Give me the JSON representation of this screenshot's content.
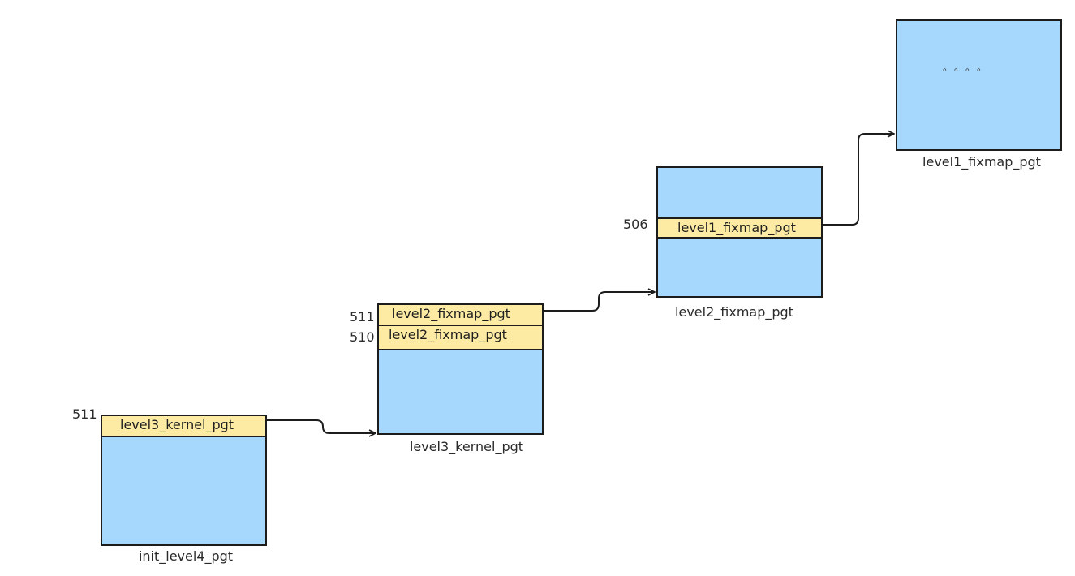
{
  "tables": {
    "init_level4": {
      "caption": "init_level4_pgt",
      "entry_511": {
        "index": "511",
        "label": "level3_kernel_pgt"
      }
    },
    "level3_kernel": {
      "caption": "level3_kernel_pgt",
      "entry_511": {
        "index": "511",
        "label": "level2_fixmap_pgt"
      },
      "entry_510": {
        "index": "510",
        "label": "level2_fixmap_pgt"
      }
    },
    "level2_fixmap": {
      "caption": "level2_fixmap_pgt",
      "entry_506": {
        "index": "506",
        "label": "level1_fixmap_pgt"
      }
    },
    "level1_fixmap": {
      "caption": "level1_fixmap_pgt",
      "ellipsis": "。。。。"
    }
  },
  "colors": {
    "table_fill": "#a6d7fd",
    "entry_fill": "#fdeba4",
    "border": "#1c1c1c"
  }
}
